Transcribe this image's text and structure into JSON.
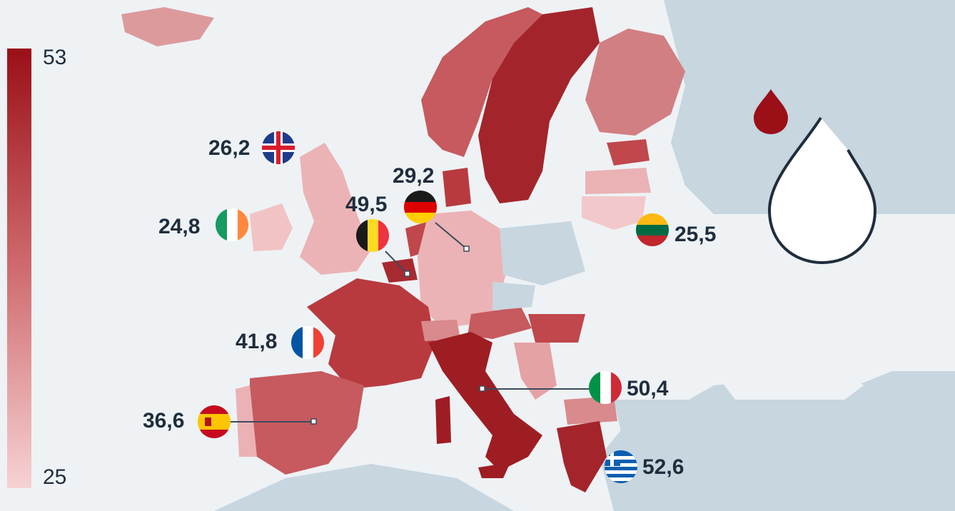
{
  "legend": {
    "max": "53",
    "min": "25",
    "color_max": "#9b0f17",
    "color_min": "#f6d2d3"
  },
  "countries": [
    {
      "code": "uk",
      "value": "26,2"
    },
    {
      "code": "ie",
      "value": "24,8"
    },
    {
      "code": "de",
      "value": "29,2"
    },
    {
      "code": "be",
      "value": "49,5"
    },
    {
      "code": "lt",
      "value": "25,5"
    },
    {
      "code": "fr",
      "value": "41,8"
    },
    {
      "code": "it",
      "value": "50,4"
    },
    {
      "code": "es",
      "value": "36,6"
    },
    {
      "code": "gr",
      "value": "52,6"
    }
  ],
  "icons": [
    "blood-drop-icon",
    "drop-outline-icon"
  ]
}
